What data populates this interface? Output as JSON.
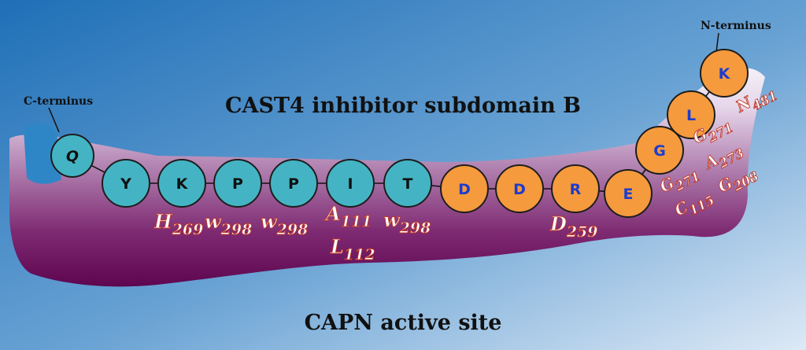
{
  "title": "CAST4 inhibitor subdomain B",
  "bottom_label": "CAPN active site",
  "c_terminus": "C-terminus",
  "n_terminus": "N-terminus",
  "colors": {
    "teal_fill": "#44b4c4",
    "orange_fill": "#f59a3d",
    "outline": "#1d1d1d",
    "teal_text": "#111111",
    "orange_text": "#1e3ccc",
    "label_red": "#c0392b",
    "bg_top": "#1f6fb7",
    "bg_bottom": "#cfe0f2",
    "site_purple": "#6d0a5e"
  },
  "residues": [
    {
      "letter": "Q",
      "color": "teal"
    },
    {
      "letter": "Y",
      "color": "teal"
    },
    {
      "letter": "K",
      "color": "teal"
    },
    {
      "letter": "P",
      "color": "teal"
    },
    {
      "letter": "P",
      "color": "teal"
    },
    {
      "letter": "I",
      "color": "teal"
    },
    {
      "letter": "T",
      "color": "teal"
    },
    {
      "letter": "D",
      "color": "orange"
    },
    {
      "letter": "D",
      "color": "orange"
    },
    {
      "letter": "R",
      "color": "orange"
    },
    {
      "letter": "E",
      "color": "orange"
    },
    {
      "letter": "G",
      "color": "orange"
    },
    {
      "letter": "L",
      "color": "orange"
    },
    {
      "letter": "K",
      "color": "orange"
    }
  ],
  "contact_labels": [
    {
      "base": "H",
      "sub": "269"
    },
    {
      "base": "w",
      "sub": "298"
    },
    {
      "base": "w",
      "sub": "298"
    },
    {
      "base": "A",
      "sub": "111"
    },
    {
      "base": "L",
      "sub": "112"
    },
    {
      "base": "w",
      "sub": "298"
    },
    {
      "base": "D",
      "sub": "259"
    },
    {
      "base": "G",
      "sub": "271"
    },
    {
      "base": "A",
      "sub": "273"
    },
    {
      "base": "C",
      "sub": "115"
    },
    {
      "base": "G",
      "sub": "208"
    },
    {
      "base": "G",
      "sub": "271"
    },
    {
      "base": "N",
      "sub": "481"
    }
  ]
}
